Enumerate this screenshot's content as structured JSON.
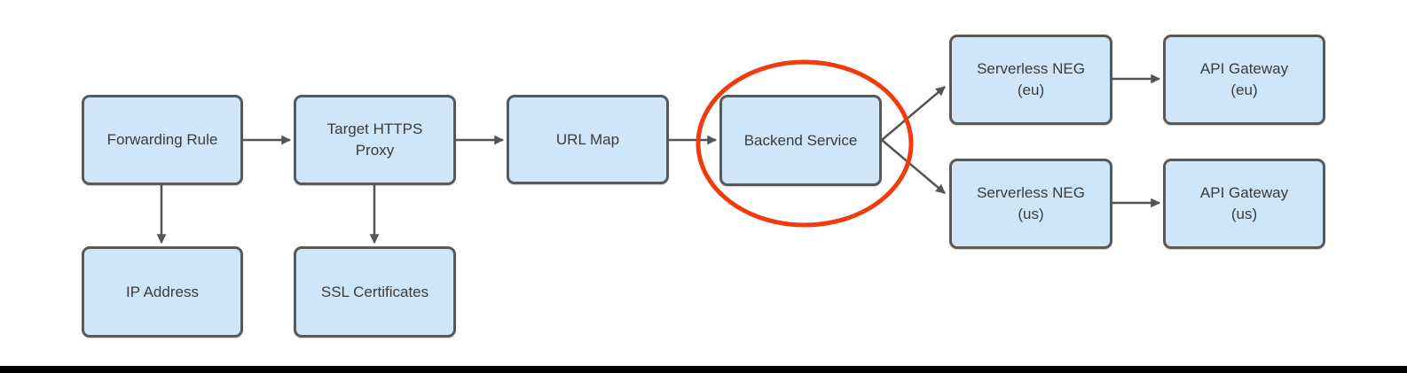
{
  "diagram": {
    "nodes": {
      "forwarding_rule": {
        "label": "Forwarding Rule"
      },
      "target_https_proxy": {
        "label": "Target HTTPS\nProxy"
      },
      "url_map": {
        "label": "URL Map"
      },
      "backend_service": {
        "label": "Backend Service"
      },
      "serverless_neg_eu": {
        "label": "Serverless NEG\n(eu)"
      },
      "api_gateway_eu": {
        "label": "API Gateway\n(eu)"
      },
      "serverless_neg_us": {
        "label": "Serverless NEG\n(us)"
      },
      "api_gateway_us": {
        "label": "API Gateway\n(us)"
      },
      "ip_address": {
        "label": "IP Address"
      },
      "ssl_certificates": {
        "label": "SSL Certificates"
      }
    },
    "edges": [
      {
        "from": "Forwarding Rule",
        "to": "Target HTTPS Proxy"
      },
      {
        "from": "Forwarding Rule",
        "to": "IP Address"
      },
      {
        "from": "Target HTTPS Proxy",
        "to": "URL Map"
      },
      {
        "from": "Target HTTPS Proxy",
        "to": "SSL Certificates"
      },
      {
        "from": "URL Map",
        "to": "Backend Service"
      },
      {
        "from": "Backend Service",
        "to": "Serverless NEG (eu)"
      },
      {
        "from": "Backend Service",
        "to": "Serverless NEG (us)"
      },
      {
        "from": "Serverless NEG (eu)",
        "to": "API Gateway (eu)"
      },
      {
        "from": "Serverless NEG (us)",
        "to": "API Gateway (us)"
      }
    ],
    "highlight": {
      "shape": "ellipse",
      "around": "Backend Service",
      "color": "#f23a0c"
    },
    "colors": {
      "node_fill": "#cfe6f8",
      "node_border": "#595959",
      "arrow": "#545454",
      "text": "#3b3b3b",
      "highlight": "#f23a0c",
      "bottom_bar": "#000000"
    }
  }
}
